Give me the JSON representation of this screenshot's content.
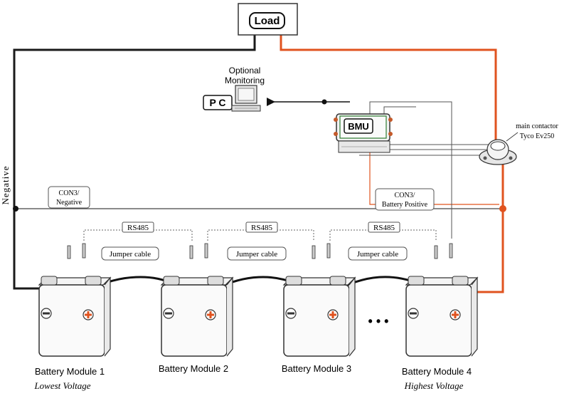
{
  "load": {
    "label": "Load"
  },
  "pc": {
    "label": "P C",
    "caption_line1": "Optional",
    "caption_line2": "Monitoring"
  },
  "bmu": {
    "label": "BMU"
  },
  "contactor": {
    "line1": "main contactor",
    "line2": "Tyco Ev250"
  },
  "negative_label": "Negative",
  "con3_negative": {
    "line1": "CON3/",
    "line2": "Negative"
  },
  "con3_positive": {
    "line1": "CON3/",
    "line2": "Battery Positive"
  },
  "rs485_label": "RS485",
  "jumper_label": "Jumper cable",
  "ellipsis": "• • •",
  "modules": [
    {
      "name": "Battery Module 1",
      "note": "Lowest Voltage"
    },
    {
      "name": "Battery Module 2",
      "note": ""
    },
    {
      "name": "Battery Module 3",
      "note": ""
    },
    {
      "name": "Battery Module 4",
      "note": "Highest Voltage"
    }
  ],
  "colors": {
    "positive_wire": "#e0531f",
    "negative_wire": "#1a1a1a",
    "signal_wire": "#555555",
    "plus_terminal": "#e0531f"
  }
}
